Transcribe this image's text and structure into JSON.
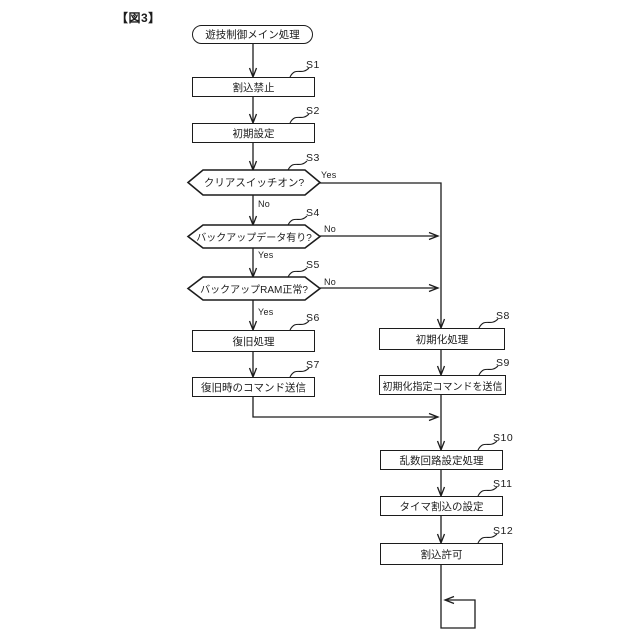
{
  "figure": {
    "label": "【図3】"
  },
  "flowchart": {
    "start": {
      "label": "遊技制御メイン処理"
    },
    "steps": [
      {
        "id": "S1",
        "type": "process",
        "label": "割込禁止"
      },
      {
        "id": "S2",
        "type": "process",
        "label": "初期設定"
      },
      {
        "id": "S3",
        "type": "decision",
        "label": "クリアスイッチオン?"
      },
      {
        "id": "S4",
        "type": "decision",
        "label": "バックアップデータ有り?"
      },
      {
        "id": "S5",
        "type": "decision",
        "label": "バックアップRAM正常?"
      },
      {
        "id": "S6",
        "type": "process",
        "label": "復旧処理"
      },
      {
        "id": "S7",
        "type": "process",
        "label": "復旧時のコマンド送信"
      },
      {
        "id": "S8",
        "type": "process",
        "label": "初期化処理"
      },
      {
        "id": "S9",
        "type": "process",
        "label": "初期化指定コマンドを送信"
      },
      {
        "id": "S10",
        "type": "process",
        "label": "乱数回路設定処理"
      },
      {
        "id": "S11",
        "type": "process",
        "label": "タイマ割込の設定"
      },
      {
        "id": "S12",
        "type": "process",
        "label": "割込許可"
      }
    ],
    "branch_labels": {
      "yes": "Yes",
      "no": "No"
    },
    "edges": [
      {
        "from": "start",
        "to": "S1"
      },
      {
        "from": "S1",
        "to": "S2"
      },
      {
        "from": "S2",
        "to": "S3"
      },
      {
        "from": "S3",
        "to": "S4",
        "label": "No"
      },
      {
        "from": "S3",
        "to": "S8",
        "label": "Yes"
      },
      {
        "from": "S4",
        "to": "S5",
        "label": "Yes"
      },
      {
        "from": "S4",
        "to": "S8",
        "label": "No"
      },
      {
        "from": "S5",
        "to": "S6",
        "label": "Yes"
      },
      {
        "from": "S5",
        "to": "S8",
        "label": "No"
      },
      {
        "from": "S6",
        "to": "S7"
      },
      {
        "from": "S7",
        "to": "S10"
      },
      {
        "from": "S8",
        "to": "S9"
      },
      {
        "from": "S9",
        "to": "S10"
      },
      {
        "from": "S10",
        "to": "S11"
      },
      {
        "from": "S11",
        "to": "S12"
      },
      {
        "from": "S12",
        "to": "infinite-loop"
      }
    ]
  }
}
